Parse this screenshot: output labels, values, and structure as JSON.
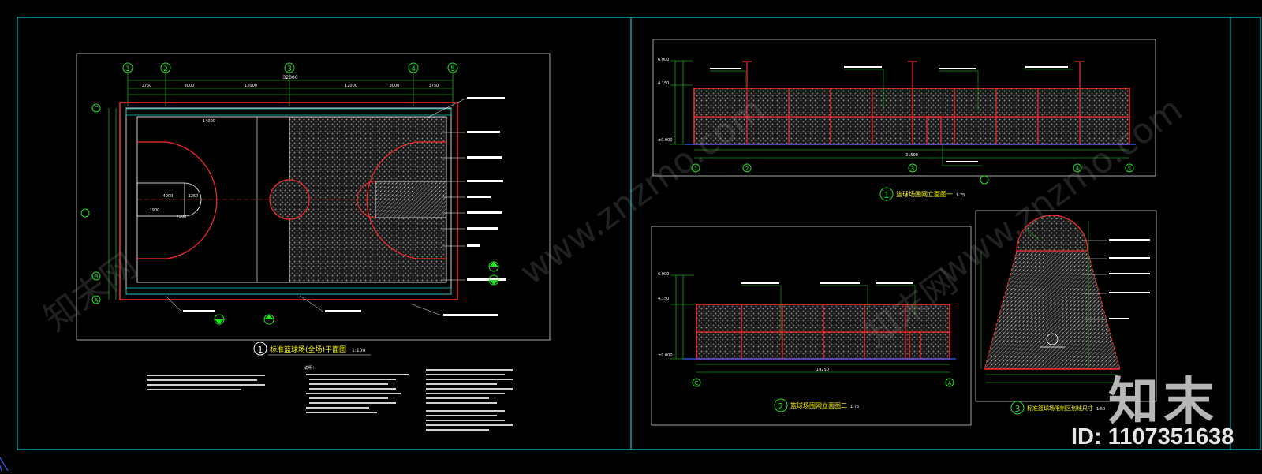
{
  "drawings": {
    "plan": {
      "title": "标准篮球场(全场)平面图",
      "scale": "1:100",
      "number": "1",
      "axis_labels": [
        "1",
        "2",
        "3",
        "4",
        "5"
      ],
      "side_axes": [
        "C",
        "B",
        "A"
      ],
      "total_dim": "32000",
      "sub_dims": [
        "3750",
        "3000",
        "12000",
        "12000",
        "3000",
        "3750"
      ],
      "court_dims": [
        "14000",
        "7900",
        "4900",
        "1250",
        "1900"
      ]
    },
    "elevation1": {
      "title": "篮球场围网立面图一",
      "scale": "1:75",
      "number": "1",
      "axis_labels": [
        "1",
        "2",
        "3",
        "4",
        "5"
      ],
      "total_dim": "31500",
      "level_top": "6.000",
      "level_mid": "4.150",
      "level_base": "±0.000"
    },
    "elevation2": {
      "title": "篮球场围网立面图二",
      "scale": "1:75",
      "number": "2",
      "axis_labels": [
        "C",
        "A"
      ],
      "total_dim": "19250",
      "level_top": "6.000",
      "level_mid": "4.150",
      "level_base": "±0.000"
    },
    "detail": {
      "title": "标准篮球场限制区划线尺寸",
      "scale": "1:50",
      "number": "3"
    }
  },
  "notes": {
    "heading": "说明："
  },
  "watermark": "www.znzmo.com",
  "watermark_cn": "知末网",
  "brand": "知末",
  "id_label": "ID: 1107351638",
  "colors": {
    "background": "#000000",
    "frame": "#00c8c8",
    "outline": "#ffffff",
    "red": "#ff2a2a",
    "green": "#20e020",
    "yellow": "#ffff00",
    "blue": "#3a5cff"
  }
}
